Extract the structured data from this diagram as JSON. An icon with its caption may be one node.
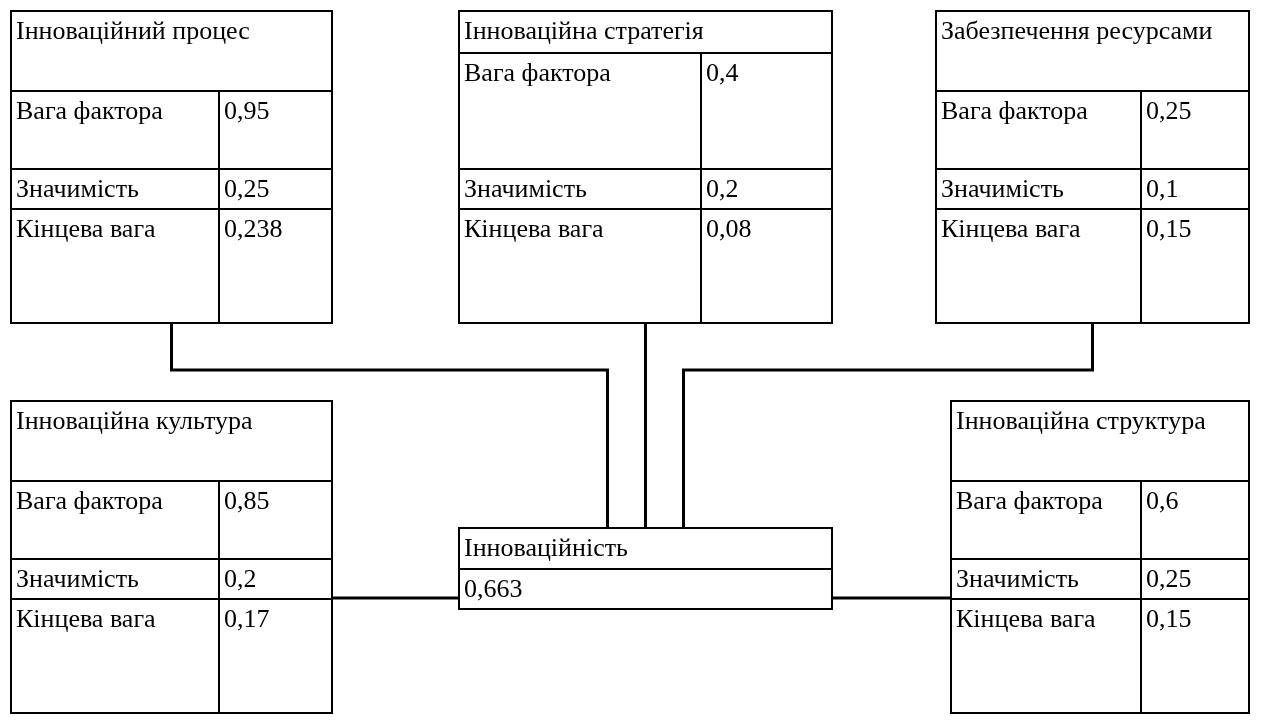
{
  "diagram": {
    "nodes": [
      {
        "text": [
          "Інноваційний процес",
          "Вага фактора",
          "0,95",
          "Значимість",
          "0,25",
          "Кінцева вага",
          "0,238"
        ]
      },
      {
        "text": [
          "Інноваційна стратегія",
          "Вага фактора",
          "0,4",
          "Значимість",
          "0,2",
          "Кінцева вага",
          "0,08"
        ]
      },
      {
        "text": [
          "Забезпечення ресурсами",
          "Вага фактора",
          "0,25",
          "Значимість",
          "0,1",
          "Кінцева вага",
          "0,15"
        ]
      },
      {
        "text": [
          "Інноваційна культура",
          "Вага фактора",
          "0,85",
          "Значимість",
          "0,2",
          "Кінцева вага",
          "0,17"
        ]
      },
      {
        "text": [
          "Інноваційність",
          "0,663"
        ]
      },
      {
        "text": [
          "Інноваційна структура",
          "Вага фактора",
          "0,6",
          "Значимість",
          "0,25",
          "Кінцева вага",
          "0,15"
        ]
      }
    ],
    "edges": [
      {
        "from": 0,
        "to": 4,
        "arrow": "none"
      },
      {
        "from": 1,
        "to": 4,
        "arrow": "none"
      },
      {
        "from": 2,
        "to": 4,
        "arrow": "none"
      },
      {
        "from": 3,
        "to": 4,
        "arrow": "none"
      },
      {
        "from": 5,
        "to": 4,
        "arrow": "none"
      }
    ]
  }
}
